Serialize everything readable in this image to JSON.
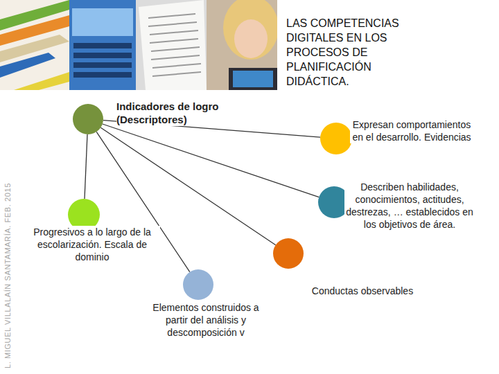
{
  "diagram": {
    "title": "LAS COMPETENCIAS DIGITALES EN LOS PROCESOS DE PLANIFICACIÓN DIDÁCTICA.",
    "nodes": [
      {
        "text": [
          "Indicadores de logro (Descriptores)"
        ]
      },
      {
        "text": [
          "Expresan comportamientos en el desarrollo. Evidencias"
        ]
      },
      {
        "text": [
          "Describen habilidades, conocimientos, actitudes, destrezas, … establecidos en los objetivos de área."
        ]
      },
      {
        "text": [
          "Progresivos a lo largo de la escolarización. Escala de dominio"
        ]
      },
      {
        "text": [
          "Conductas observables"
        ]
      },
      {
        "text": [
          "Elementos construidos a partir del análisis y descomposición v"
        ]
      }
    ],
    "edges": [
      {
        "from": 0,
        "to": 1,
        "arrow": "none"
      },
      {
        "from": 0,
        "to": 2,
        "arrow": "none"
      },
      {
        "from": 0,
        "to": 3,
        "arrow": "none"
      },
      {
        "from": 0,
        "to": 4,
        "arrow": "none"
      },
      {
        "from": 0,
        "to": 5,
        "arrow": "none"
      }
    ],
    "labels": [
      "L. MIGUEL VILLALAÍN SANTAMARÍA. FEB. 2015"
    ]
  }
}
